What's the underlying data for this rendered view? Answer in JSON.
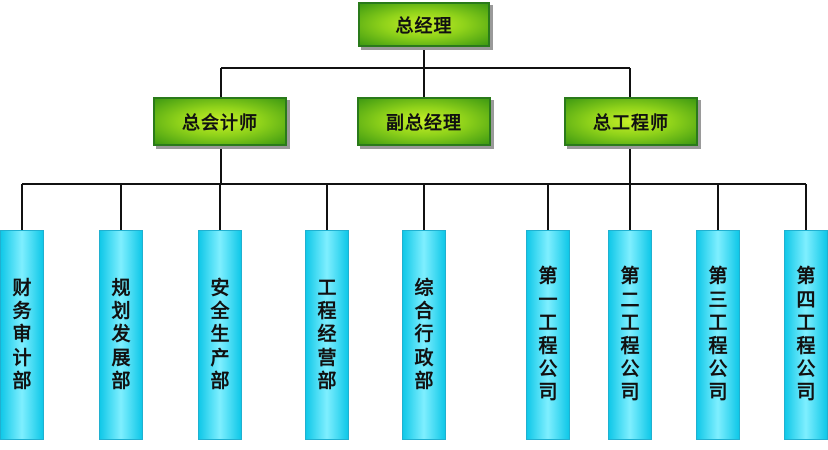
{
  "top": {
    "label": "总经理"
  },
  "level2": [
    {
      "label": "总会计师"
    },
    {
      "label": "副总经理"
    },
    {
      "label": "总工程师"
    }
  ],
  "departments": [
    {
      "label": "财务审计部"
    },
    {
      "label": "规划发展部"
    },
    {
      "label": "安全生产部"
    },
    {
      "label": "工程经营部"
    },
    {
      "label": "综合行政部"
    },
    {
      "label": "第一工程公司"
    },
    {
      "label": "第二工程公司"
    },
    {
      "label": "第三工程公司"
    },
    {
      "label": "第四工程公司"
    }
  ]
}
